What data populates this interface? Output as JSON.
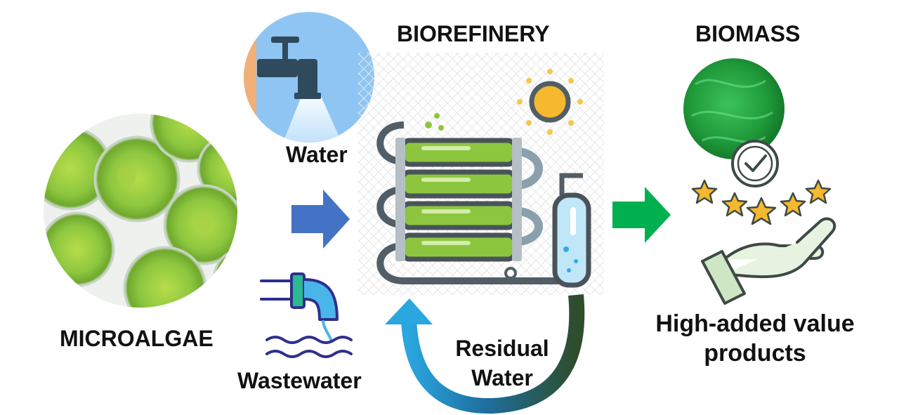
{
  "labels": {
    "microalgae": "MICROALGAE",
    "water": "Water",
    "wastewater": "Wastewater",
    "biorefinery": "BIOREFINERY",
    "residual_line1": "Residual",
    "residual_line2": "Water",
    "biomass": "BIOMASS",
    "products_line1": "High-added value",
    "products_line2": "products"
  },
  "colors": {
    "algae_green": "#8cc63f",
    "tube_dark": "#525e66",
    "blue_arrow": "#4472c4",
    "green_arrow": "#00b050",
    "sun": "#f5b82e",
    "biomass_green": "#1f9a3a",
    "cycle_arrow_blue": "#2aa6e0",
    "cycle_arrow_dark": "#2e4d2a"
  },
  "icons": [
    "water-tap-icon",
    "wastewater-pipe-icon",
    "photobioreactor-icon",
    "sun-icon",
    "check-badge-icon",
    "stars-icon",
    "hand-icon"
  ]
}
